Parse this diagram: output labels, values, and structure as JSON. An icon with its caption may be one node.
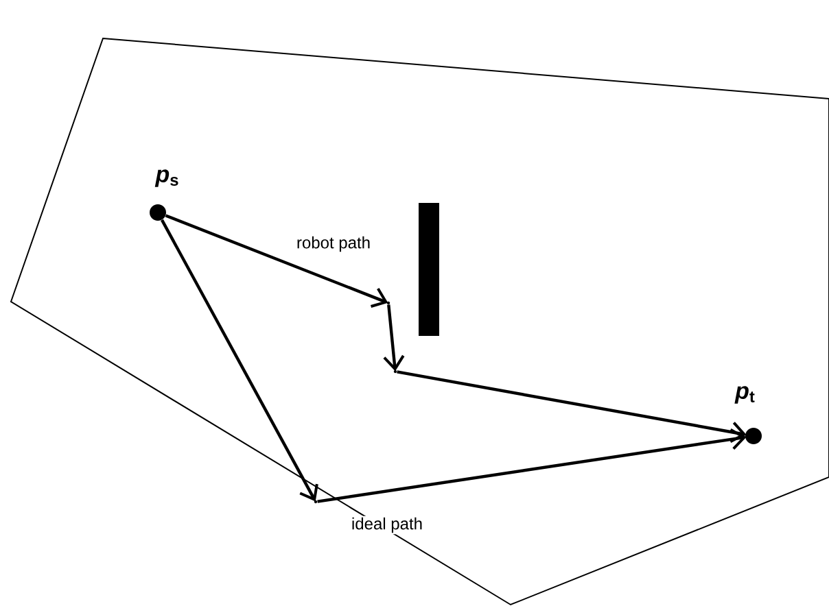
{
  "diagram": {
    "nodes": [
      {
        "text": [],
        "shape": "circle",
        "beside": [
          "*p*$_{s}$"
        ]
      },
      {
        "text": [],
        "shape": "point"
      },
      {
        "text": [],
        "shape": "point"
      },
      {
        "text": [],
        "shape": "point"
      },
      {
        "text": [],
        "shape": "circle",
        "beside": [
          "*p*$_{t}$"
        ]
      },
      {
        "text": [],
        "shape": "bar"
      }
    ],
    "edges": [
      {
        "from": 0,
        "to": 1,
        "arrow": "to",
        "label": "robot path"
      },
      {
        "from": 1,
        "to": 2,
        "arrow": "to"
      },
      {
        "from": 2,
        "to": 4,
        "arrow": "to"
      },
      {
        "from": 0,
        "to": 3,
        "arrow": "to"
      },
      {
        "from": 3,
        "to": 4,
        "arrow": "to",
        "label": "ideal path"
      }
    ]
  }
}
